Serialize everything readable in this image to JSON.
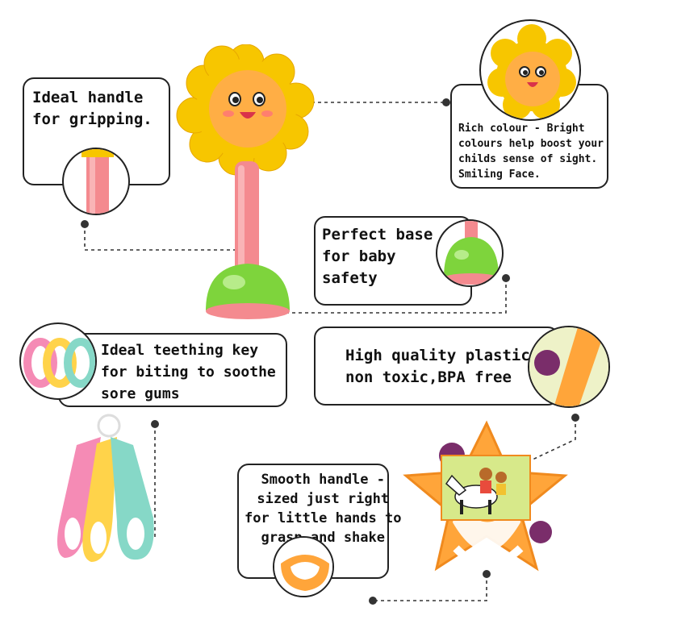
{
  "callouts": {
    "handle": "Ideal handle\nfor gripping.",
    "colour": "Rich colour - Bright\ncolours help boost your\nchilds sense of sight.\nSmiling Face.",
    "base": "Perfect base\nfor baby\nsafety",
    "teething": "Ideal teething key\nfor biting to soothe\nsore gums",
    "plastic": "High quality plastic\nnon toxic,BPA free",
    "smooth": "Smooth handle -\nsized just right\nfor little hands to\ngrasp and shake"
  },
  "colors": {
    "petal": "#f7c600",
    "face": "#ffb24a",
    "handle": "#f48a8f",
    "base": "#7ed43c",
    "star": "#ffa53a",
    "key_pink": "#f58bb5",
    "key_yellow": "#ffd34a",
    "key_teal": "#86d8c7"
  },
  "icons": [
    "sunflower-rattle",
    "teething-keys",
    "star-tambourine",
    "zebra-picture"
  ]
}
